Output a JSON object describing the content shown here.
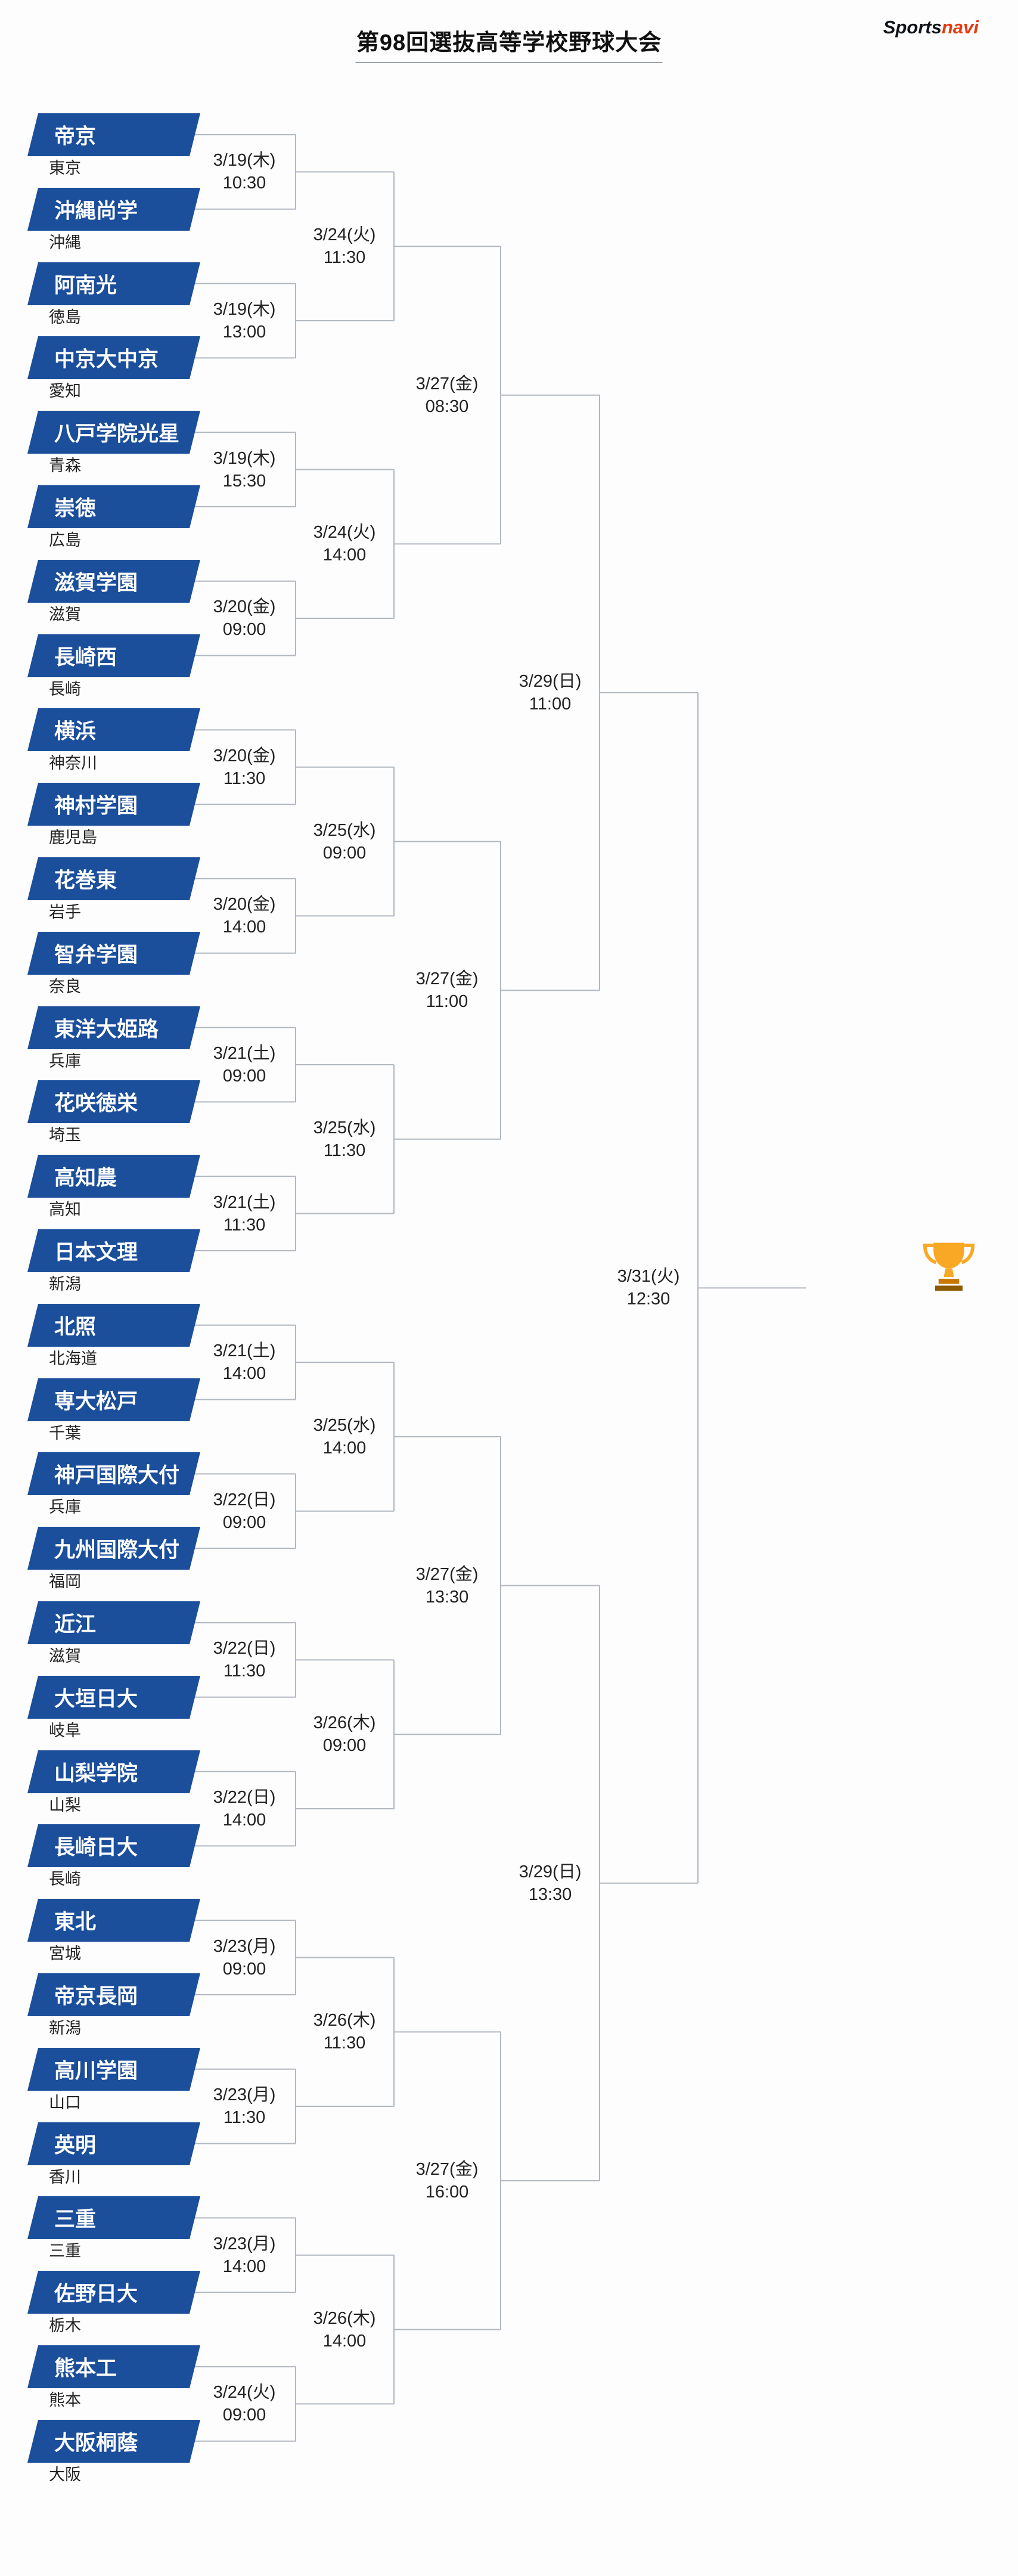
{
  "header": {
    "title": "第98回選抜高等学校野球大会",
    "logo": {
      "part1": "Sports",
      "part2": "navi"
    }
  },
  "teams": [
    {
      "name": "帝京",
      "prefecture": "東京"
    },
    {
      "name": "沖縄尚学",
      "prefecture": "沖縄"
    },
    {
      "name": "阿南光",
      "prefecture": "徳島"
    },
    {
      "name": "中京大中京",
      "prefecture": "愛知"
    },
    {
      "name": "八戸学院光星",
      "prefecture": "青森"
    },
    {
      "name": "崇徳",
      "prefecture": "広島"
    },
    {
      "name": "滋賀学園",
      "prefecture": "滋賀"
    },
    {
      "name": "長崎西",
      "prefecture": "長崎"
    },
    {
      "name": "横浜",
      "prefecture": "神奈川"
    },
    {
      "name": "神村学園",
      "prefecture": "鹿児島"
    },
    {
      "name": "花巻東",
      "prefecture": "岩手"
    },
    {
      "name": "智弁学園",
      "prefecture": "奈良"
    },
    {
      "name": "東洋大姫路",
      "prefecture": "兵庫"
    },
    {
      "name": "花咲徳栄",
      "prefecture": "埼玉"
    },
    {
      "name": "高知農",
      "prefecture": "高知"
    },
    {
      "name": "日本文理",
      "prefecture": "新潟"
    },
    {
      "name": "北照",
      "prefecture": "北海道"
    },
    {
      "name": "専大松戸",
      "prefecture": "千葉"
    },
    {
      "name": "神戸国際大付",
      "prefecture": "兵庫"
    },
    {
      "name": "九州国際大付",
      "prefecture": "福岡"
    },
    {
      "name": "近江",
      "prefecture": "滋賀"
    },
    {
      "name": "大垣日大",
      "prefecture": "岐阜"
    },
    {
      "name": "山梨学院",
      "prefecture": "山梨"
    },
    {
      "name": "長崎日大",
      "prefecture": "長崎"
    },
    {
      "name": "東北",
      "prefecture": "宮城"
    },
    {
      "name": "帝京長岡",
      "prefecture": "新潟"
    },
    {
      "name": "高川学園",
      "prefecture": "山口"
    },
    {
      "name": "英明",
      "prefecture": "香川"
    },
    {
      "name": "三重",
      "prefecture": "三重"
    },
    {
      "name": "佐野日大",
      "prefecture": "栃木"
    },
    {
      "name": "熊本工",
      "prefecture": "熊本"
    },
    {
      "name": "大阪桐蔭",
      "prefecture": "大阪"
    }
  ],
  "rounds": {
    "round1": [
      {
        "date": "3/19(木)",
        "time": "10:30"
      },
      {
        "date": "3/19(木)",
        "time": "13:00"
      },
      {
        "date": "3/19(木)",
        "time": "15:30"
      },
      {
        "date": "3/20(金)",
        "time": "09:00"
      },
      {
        "date": "3/20(金)",
        "time": "11:30"
      },
      {
        "date": "3/20(金)",
        "time": "14:00"
      },
      {
        "date": "3/21(土)",
        "time": "09:00"
      },
      {
        "date": "3/21(土)",
        "time": "11:30"
      },
      {
        "date": "3/21(土)",
        "time": "14:00"
      },
      {
        "date": "3/22(日)",
        "time": "09:00"
      },
      {
        "date": "3/22(日)",
        "time": "11:30"
      },
      {
        "date": "3/22(日)",
        "time": "14:00"
      },
      {
        "date": "3/23(月)",
        "time": "09:00"
      },
      {
        "date": "3/23(月)",
        "time": "11:30"
      },
      {
        "date": "3/23(月)",
        "time": "14:00"
      },
      {
        "date": "3/24(火)",
        "time": "09:00"
      }
    ],
    "round2": [
      {
        "date": "3/24(火)",
        "time": "11:30"
      },
      {
        "date": "3/24(火)",
        "time": "14:00"
      },
      {
        "date": "3/25(水)",
        "time": "09:00"
      },
      {
        "date": "3/25(水)",
        "time": "11:30"
      },
      {
        "date": "3/25(水)",
        "time": "14:00"
      },
      {
        "date": "3/26(木)",
        "time": "09:00"
      },
      {
        "date": "3/26(木)",
        "time": "11:30"
      },
      {
        "date": "3/26(木)",
        "time": "14:00"
      }
    ],
    "quarterfinals": [
      {
        "date": "3/27(金)",
        "time": "08:30"
      },
      {
        "date": "3/27(金)",
        "time": "11:00"
      },
      {
        "date": "3/27(金)",
        "time": "13:30"
      },
      {
        "date": "3/27(金)",
        "time": "16:00"
      }
    ],
    "semifinals": [
      {
        "date": "3/29(日)",
        "time": "11:00"
      },
      {
        "date": "3/29(日)",
        "time": "13:30"
      }
    ],
    "final": {
      "date": "3/31(火)",
      "time": "12:30"
    }
  },
  "icons": {
    "trophy": "trophy-icon"
  },
  "colors": {
    "banner-blue": "#1b4e9b",
    "line-gray": "#b0b7bf",
    "logo-red": "#e8380d",
    "text-dark": "#222222"
  }
}
